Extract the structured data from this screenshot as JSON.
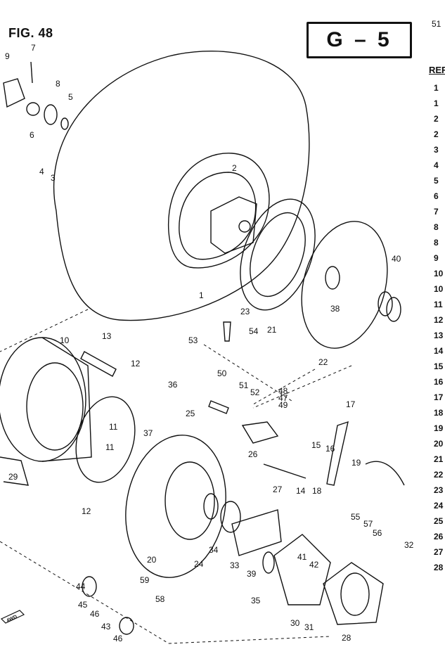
{
  "figure": {
    "title": "FIG. 48",
    "page_number": "51",
    "section_code": "G – 5"
  },
  "ref_column": {
    "header": "REF",
    "numbers": [
      "1",
      "1",
      "2",
      "2",
      "3",
      "4",
      "5",
      "6",
      "7",
      "8",
      "8",
      "9",
      "10",
      "10",
      "11",
      "12",
      "13",
      "14",
      "15",
      "16",
      "17",
      "18",
      "19",
      "20",
      "21",
      "22",
      "23",
      "24",
      "25",
      "26",
      "27",
      "28"
    ]
  },
  "callouts": [
    "1",
    "2",
    "3",
    "4",
    "5",
    "6",
    "7",
    "8",
    "9",
    "10",
    "11",
    "11",
    "12",
    "12",
    "13",
    "14",
    "15",
    "16",
    "17",
    "18",
    "19",
    "20",
    "21",
    "22",
    "23",
    "24",
    "25",
    "26",
    "27",
    "28",
    "29",
    "30",
    "31",
    "32",
    "33",
    "34",
    "35",
    "36",
    "37",
    "38",
    "39",
    "40",
    "41",
    "42",
    "43",
    "44",
    "45",
    "46",
    "46",
    "47",
    "48",
    "49",
    "50",
    "51",
    "52",
    "53",
    "54",
    "55",
    "56",
    "57",
    "58",
    "59"
  ],
  "corner_mark": "4WD"
}
